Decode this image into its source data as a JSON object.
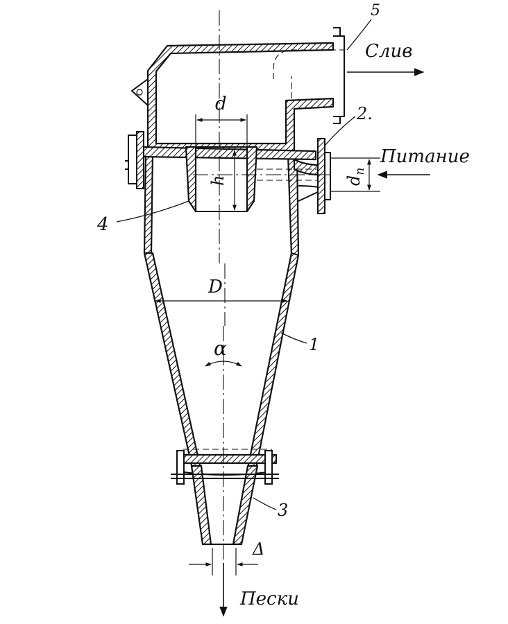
{
  "diagram": {
    "labels": {
      "overflow": "Слив",
      "feed": "Питание",
      "sands": "Пески",
      "d": "d",
      "h": "h",
      "D": "D",
      "dp_main": "d",
      "dp_sub": "п",
      "alpha": "α",
      "delta": "Δ"
    },
    "callouts": {
      "c1": "1",
      "c2": "2.",
      "c3": "3",
      "c4": "4",
      "c5": "5"
    }
  }
}
